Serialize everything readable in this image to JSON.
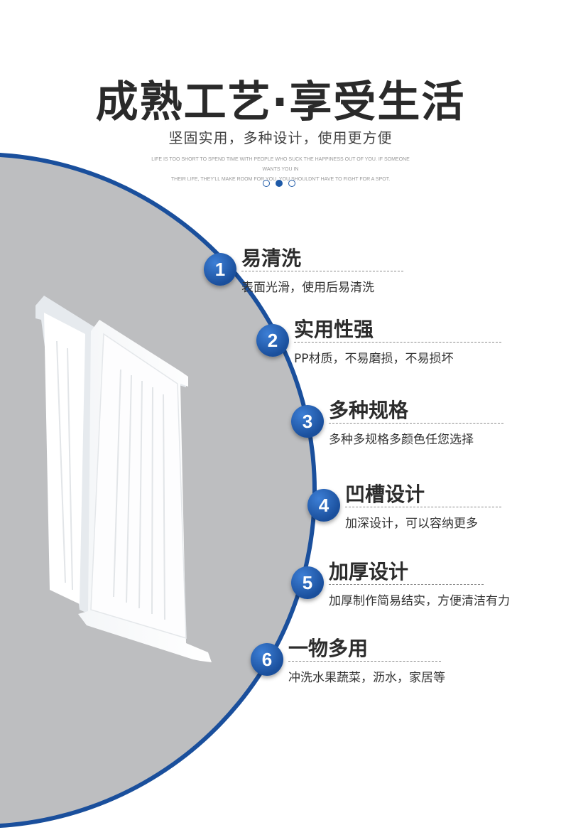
{
  "header": {
    "title": "成熟工艺·享受生活",
    "subtitle": "坚固实用，多种设计，使用更方便",
    "english_line1": "LIFE IS TOO SHORT TO SPEND TIME WITH PEOPLE WHO SUCK THE HAPPINESS OUT OF YOU. IF SOMEONE WANTS YOU IN",
    "english_line2": "THEIR LIFE, THEY'LL MAKE ROOM FOR YOU. YOU SHOULDN'T HAVE TO FIGHT FOR A SPOT."
  },
  "colors": {
    "accent": "#1e5aa8",
    "arc": "#1a4f9c",
    "photo_bg": "#bdbec0"
  },
  "features": [
    {
      "number": "1",
      "title": "易清洗",
      "desc": "表面光滑，使用后易清洗"
    },
    {
      "number": "2",
      "title": "实用性强",
      "desc": "PP材质，不易磨损，不易损坏"
    },
    {
      "number": "3",
      "title": "多种规格",
      "desc": "多种多规格多颜色任您选择"
    },
    {
      "number": "4",
      "title": "凹槽设计",
      "desc": "加深设计，可以容纳更多"
    },
    {
      "number": "5",
      "title": "加厚设计",
      "desc": "加厚制作简易结实，方便清洁有力"
    },
    {
      "number": "6",
      "title": "一物多用",
      "desc": "冲洗水果蔬菜，沥水，家居等"
    }
  ]
}
